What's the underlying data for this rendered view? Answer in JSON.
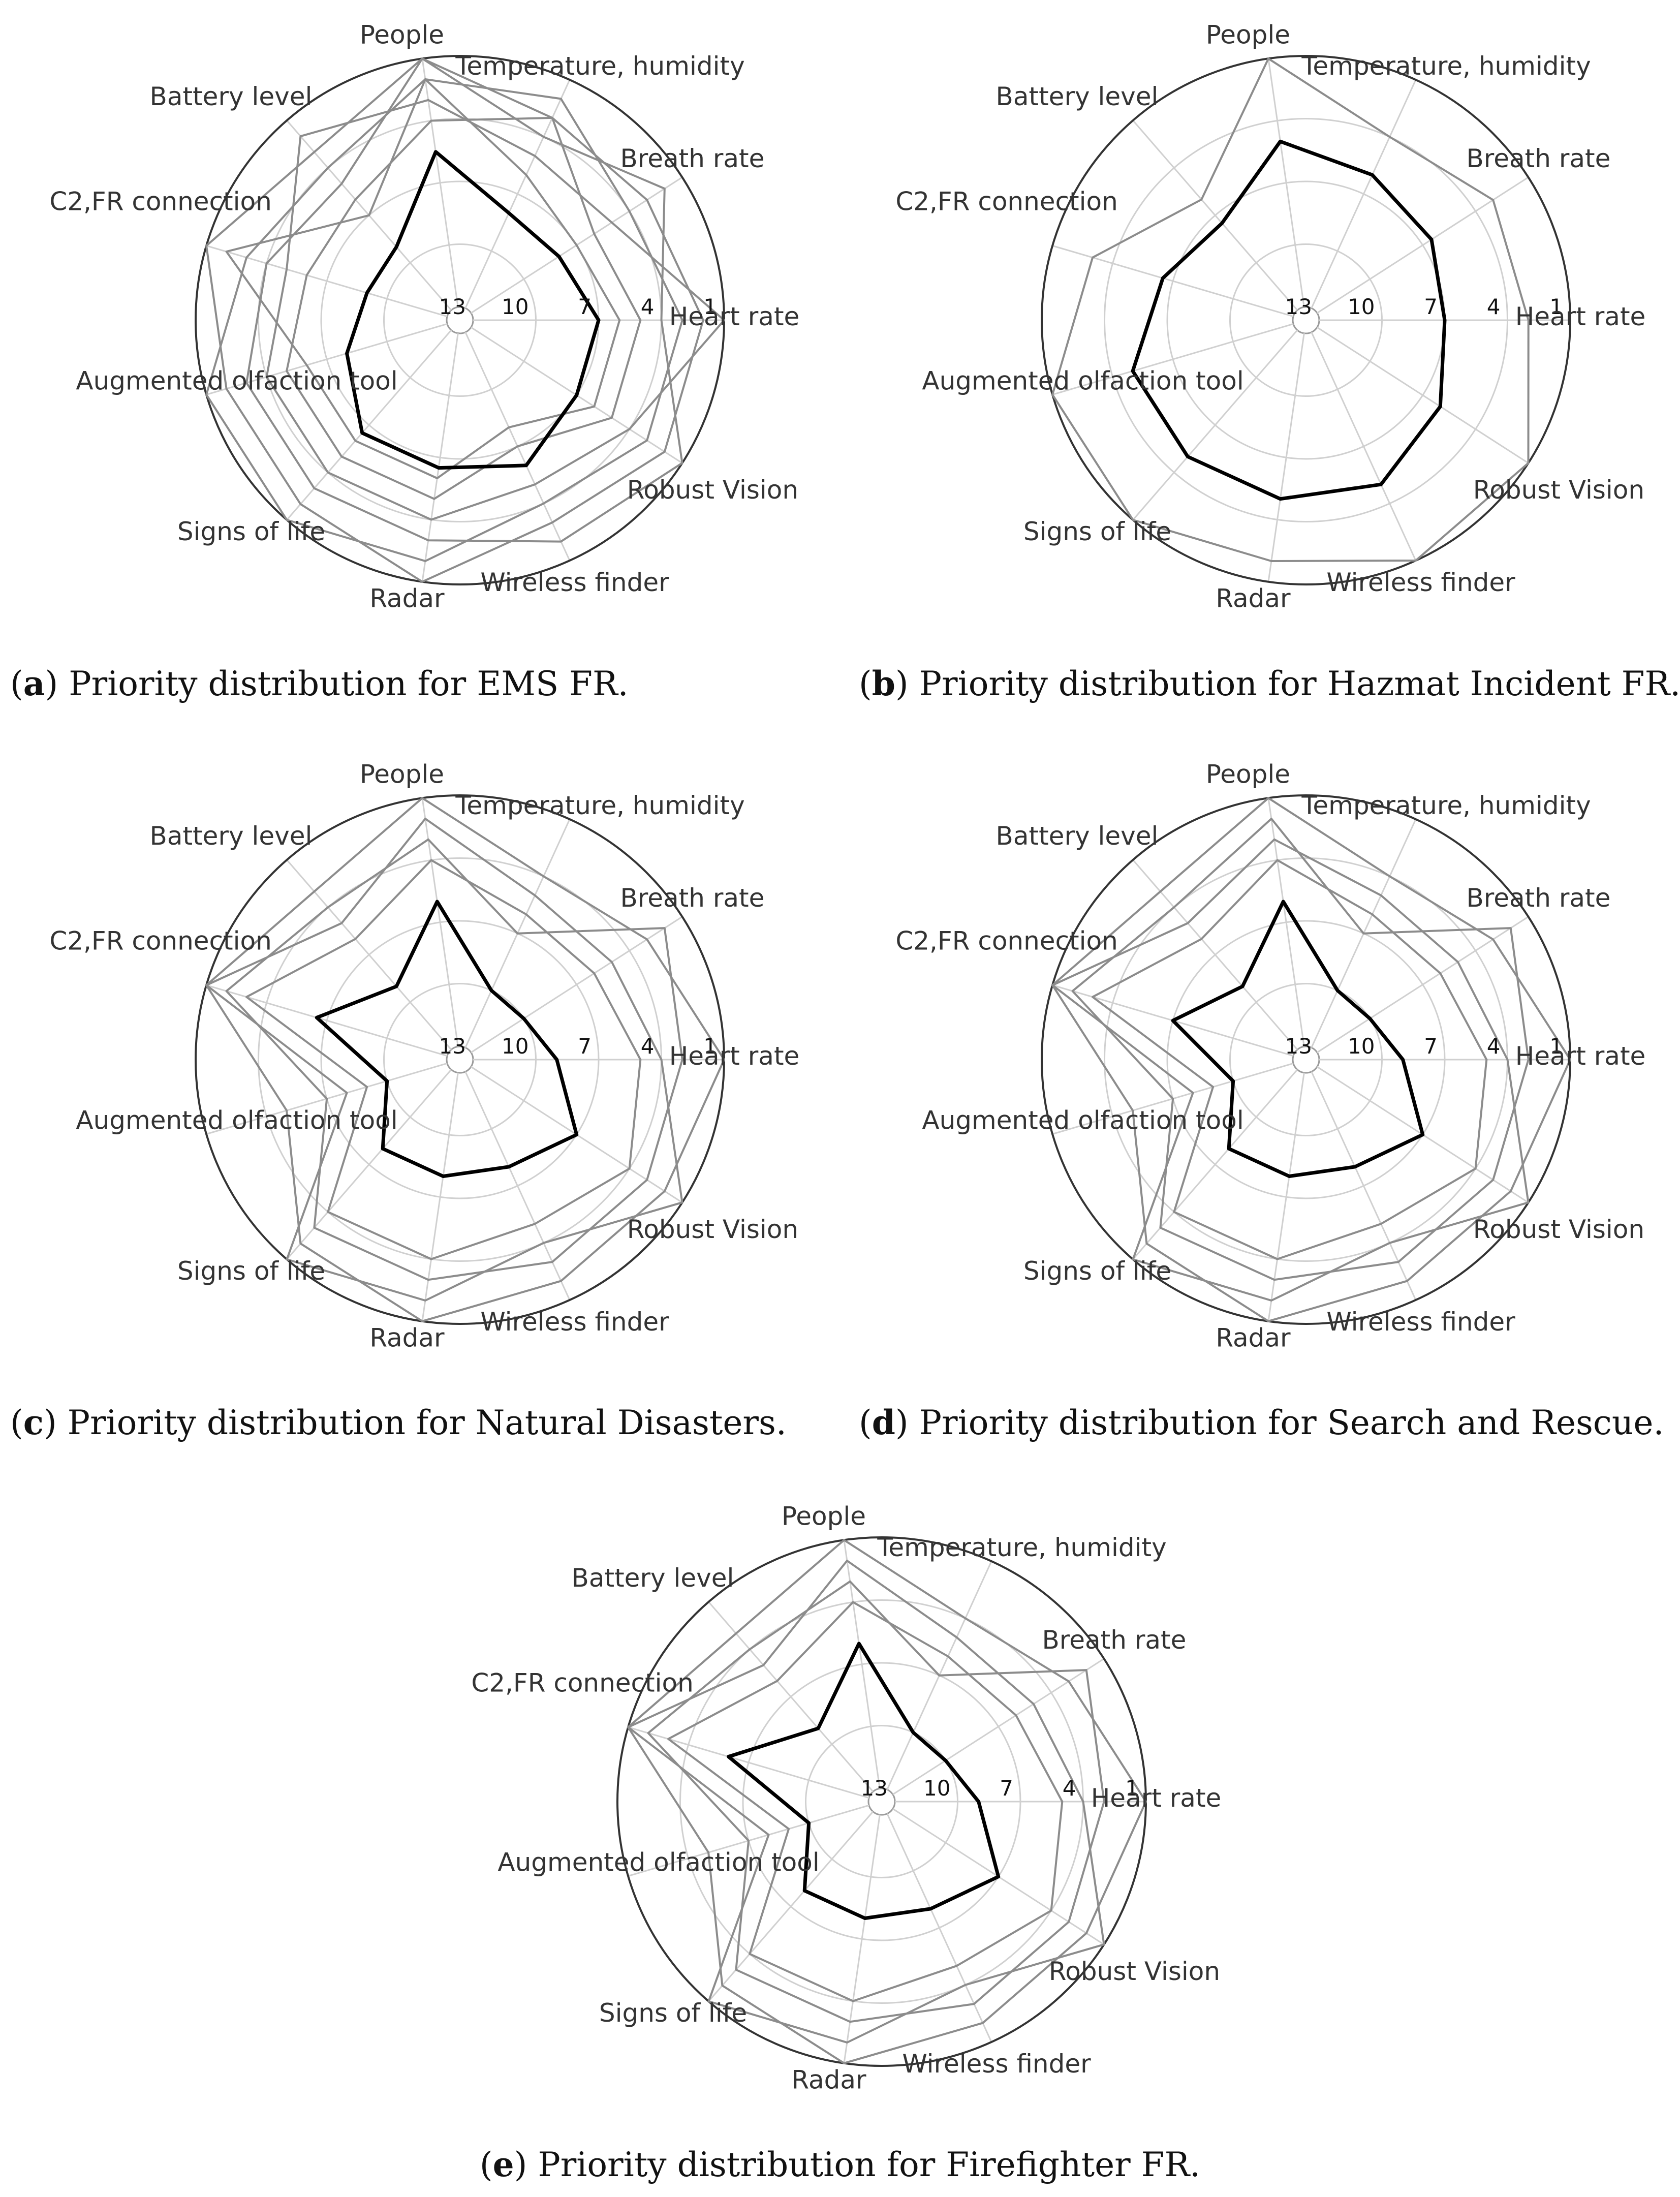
{
  "chart_data": [
    {
      "type": "radar",
      "caption_letter": "a",
      "caption_text": "Priority distribution for EMS FR.",
      "axes": [
        "Heart rate",
        "Breath rate",
        "Temperature, humidity",
        "People",
        "Battery level",
        "C2,FR connection",
        "Augmented olfaction tool",
        "Signs of life",
        "Radar",
        "Wireless finder",
        "Robust Vision"
      ],
      "rlim": [
        13,
        1
      ],
      "rticks": [
        13,
        10,
        7,
        4,
        1
      ],
      "grid": true,
      "series": [
        {
          "values": [
            7,
            8,
            8,
            5.5,
            9,
            9,
            8,
            6.5,
            6.5,
            6,
            7
          ],
          "highlight": true
        },
        {
          "values": [
            2,
            3,
            3,
            1,
            3,
            1,
            2,
            2,
            1,
            3,
            2
          ],
          "highlight": false
        },
        {
          "values": [
            3,
            4,
            2,
            2,
            4,
            3,
            1,
            1,
            2,
            4,
            3
          ],
          "highlight": false
        },
        {
          "values": [
            4,
            2,
            4,
            1,
            5,
            4,
            3,
            3,
            3,
            2,
            1
          ],
          "highlight": false
        },
        {
          "values": [
            1,
            5,
            5,
            3,
            2,
            5,
            4,
            4,
            4,
            5,
            4
          ],
          "highlight": false
        },
        {
          "values": [
            5,
            6,
            3,
            4,
            6,
            6,
            5,
            5,
            5,
            7,
            5
          ],
          "highlight": false
        },
        {
          "values": [
            6,
            7,
            6,
            2,
            7,
            2,
            6,
            6,
            6,
            8,
            6
          ],
          "highlight": false
        }
      ]
    },
    {
      "type": "radar",
      "caption_letter": "b",
      "caption_text": "Priority distribution for Hazmat Incident FR.",
      "axes": [
        "Heart rate",
        "Breath rate",
        "Temperature, humidity",
        "People",
        "Battery level",
        "C2,FR connection",
        "Augmented olfaction tool",
        "Signs of life",
        "Radar",
        "Wireless finder",
        "Robust Vision"
      ],
      "rlim": [
        13,
        1
      ],
      "rticks": [
        13,
        10,
        7,
        4,
        1
      ],
      "grid": true,
      "series": [
        {
          "values": [
            7,
            6.5,
            6,
            5,
            7.5,
            6.5,
            5,
            5,
            5,
            5,
            6
          ],
          "highlight": true
        },
        {
          "values": [
            3,
            3,
            4,
            1,
            6,
            3,
            1,
            1,
            2,
            1,
            1
          ],
          "highlight": false
        }
      ]
    },
    {
      "type": "radar",
      "caption_letter": "c",
      "caption_text": "Priority distribution for Natural Disasters.",
      "axes": [
        "Heart rate",
        "Breath rate",
        "Temperature, humidity",
        "People",
        "Battery level",
        "C2,FR connection",
        "Augmented olfaction tool",
        "Signs of life",
        "Radar",
        "Wireless finder",
        "Robust Vision"
      ],
      "rlim": [
        13,
        1
      ],
      "rticks": [
        13,
        10,
        7,
        4,
        1
      ],
      "grid": true,
      "series": [
        {
          "values": [
            9,
            10,
            10,
            6,
            9,
            6.5,
            10,
            8,
            8,
            8,
            7
          ],
          "highlight": true
        },
        {
          "values": [
            1,
            3,
            4,
            1,
            3,
            1,
            5,
            2,
            1,
            2,
            2
          ],
          "highlight": false
        },
        {
          "values": [
            3,
            2,
            7,
            3,
            4,
            2,
            7,
            3,
            3,
            3,
            3
          ],
          "highlight": false
        },
        {
          "values": [
            4,
            5,
            5,
            2,
            5,
            1,
            8,
            1,
            2,
            4,
            1
          ],
          "highlight": false
        },
        {
          "values": [
            5,
            6,
            6,
            4,
            6,
            3,
            9,
            4,
            4,
            5,
            4
          ],
          "highlight": false
        }
      ]
    },
    {
      "type": "radar",
      "caption_letter": "d",
      "caption_text": "Priority distribution for Search and Rescue.",
      "axes": [
        "Heart rate",
        "Breath rate",
        "Temperature, humidity",
        "People",
        "Battery level",
        "C2,FR connection",
        "Augmented olfaction tool",
        "Signs of life",
        "Radar",
        "Wireless finder",
        "Robust Vision"
      ],
      "rlim": [
        13,
        1
      ],
      "rticks": [
        13,
        10,
        7,
        4,
        1
      ],
      "grid": true,
      "series": [
        {
          "values": [
            9,
            10,
            10,
            6,
            9,
            7,
            10,
            8,
            8,
            8,
            7
          ],
          "highlight": true
        },
        {
          "values": [
            1,
            3,
            4,
            1,
            3,
            1,
            5,
            2,
            1,
            2,
            2
          ],
          "highlight": false
        },
        {
          "values": [
            3,
            2,
            7,
            2,
            4,
            2,
            7,
            3,
            3,
            3,
            3
          ],
          "highlight": false
        },
        {
          "values": [
            4,
            5,
            5,
            3,
            5,
            1,
            8,
            1,
            2,
            4,
            1
          ],
          "highlight": false
        },
        {
          "values": [
            5,
            6,
            6,
            4,
            6,
            3,
            9,
            4,
            4,
            5,
            4
          ],
          "highlight": false
        }
      ]
    },
    {
      "type": "radar",
      "caption_letter": "e",
      "caption_text": "Priority distribution for Firefighter FR.",
      "axes": [
        "Heart rate",
        "Breath rate",
        "Temperature, humidity",
        "People",
        "Battery level",
        "C2,FR connection",
        "Augmented olfaction tool",
        "Signs of life",
        "Radar",
        "Wireless finder",
        "Robust Vision"
      ],
      "rlim": [
        13,
        1
      ],
      "rticks": [
        13,
        10,
        7,
        4,
        1
      ],
      "grid": true,
      "series": [
        {
          "values": [
            9,
            10,
            10,
            6,
            9,
            6,
            10,
            8,
            8,
            8,
            7
          ],
          "highlight": true
        },
        {
          "values": [
            1,
            3,
            4,
            1,
            3,
            1,
            5,
            2,
            1,
            2,
            2
          ],
          "highlight": false
        },
        {
          "values": [
            3,
            2,
            7,
            3,
            4,
            2,
            7,
            3,
            3,
            3,
            3
          ],
          "highlight": false
        },
        {
          "values": [
            4,
            5,
            5,
            2,
            5,
            1,
            8,
            1,
            2,
            4,
            1
          ],
          "highlight": false
        },
        {
          "values": [
            5,
            6,
            6,
            4,
            6,
            3,
            9,
            4,
            4,
            5,
            4
          ],
          "highlight": false
        }
      ]
    }
  ],
  "colors": {
    "outer_circle": "#333333",
    "grid": "#d0d0d0",
    "series": "#8c8c8c",
    "highlight": "#000000"
  }
}
